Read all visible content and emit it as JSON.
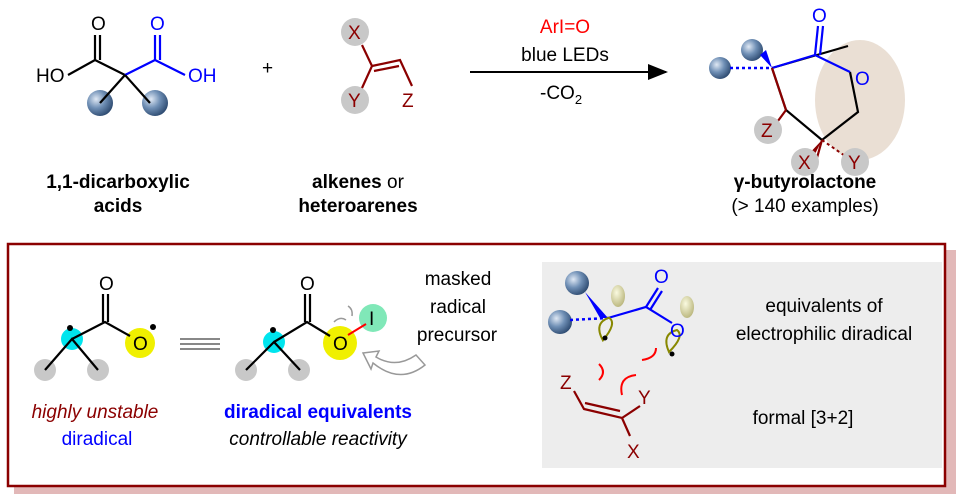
{
  "reactants": {
    "acid": {
      "ho": "HO",
      "oh": "OH",
      "o1": "O",
      "o2": "O",
      "label_line1": "1,1-dicarboxylic",
      "label_line2": "acids"
    },
    "plus": "+",
    "alkene": {
      "x": "X",
      "y": "Y",
      "z": "Z",
      "label_bold1": "alkenes",
      "label_or": " or",
      "label_bold2": "heteroarenes"
    }
  },
  "conditions": {
    "reagent": "ArI=O",
    "light": "blue LEDs",
    "byproduct": "-CO",
    "byproduct_sub": "2"
  },
  "product": {
    "o_carbonyl": "O",
    "o_ring": "O",
    "z": "Z",
    "x": "X",
    "y": "Y",
    "label": "γ-butyrolactone",
    "examples": "(> 140 examples)"
  },
  "mechanism": {
    "left": {
      "o_carbonyl": "O",
      "o_radical": "O",
      "label1": "highly unstable",
      "label2": "diradical"
    },
    "middle": {
      "o_carbonyl": "O",
      "o_ester": "O",
      "iodine": "I",
      "label1": "diradical equivalents",
      "label2": "controllable reactivity"
    },
    "masked": [
      "masked",
      "radical",
      "precursor"
    ],
    "panel": {
      "o_carbonyl": "O",
      "o_ester": "O",
      "z": "Z",
      "y": "Y",
      "x": "X",
      "title1": "equivalents of",
      "title2": "electrophilic diradical",
      "formal": "formal [3+2]"
    }
  },
  "colors": {
    "blue": "#0000ff",
    "red": "#ff0000",
    "darkred": "#8b0000",
    "panel": "#ededed"
  }
}
